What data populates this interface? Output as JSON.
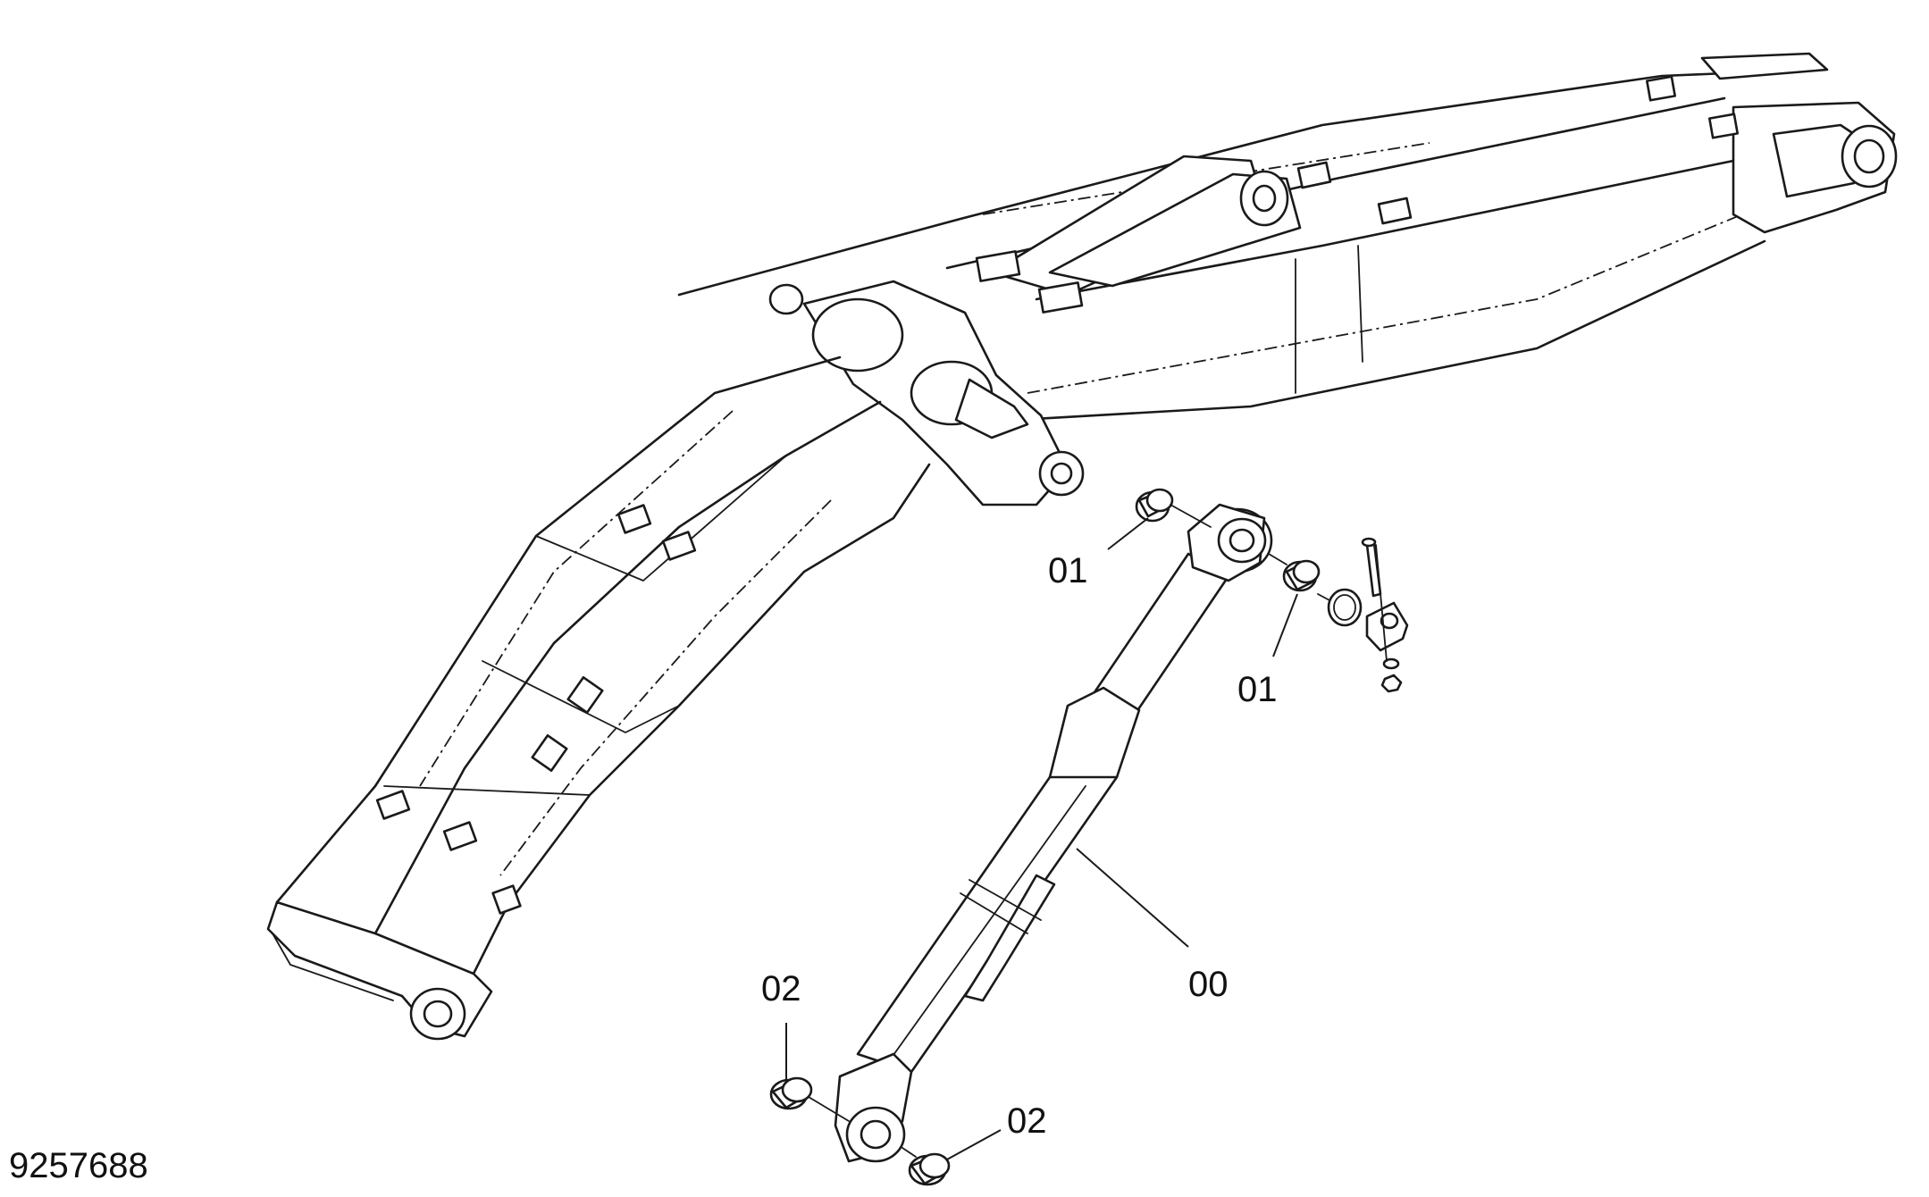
{
  "drawing": {
    "number": "9257688",
    "subject": "boom with boom cylinder"
  },
  "callouts": {
    "cylinder": "00",
    "upper_bushing_left": "01",
    "upper_bushing_right": "01",
    "lower_bushing_left": "02",
    "lower_bushing_right": "02"
  },
  "colors": {
    "line": "#1a1a1a",
    "background": "#ffffff"
  }
}
